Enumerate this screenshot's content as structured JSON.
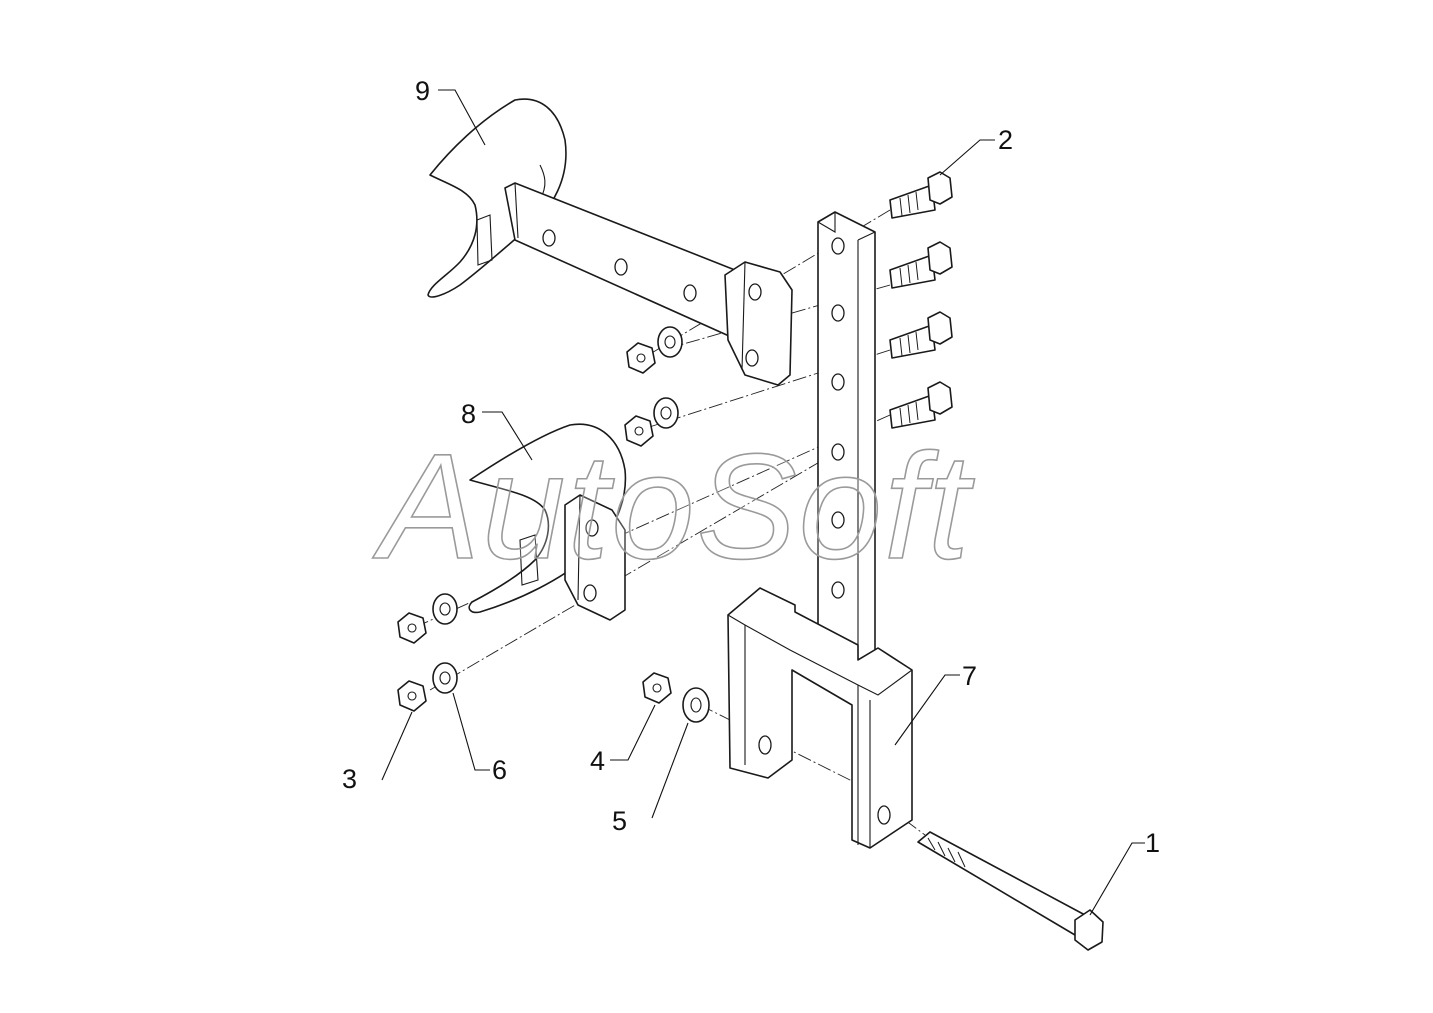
{
  "diagram": {
    "watermark": "AutoSoft",
    "callouts": [
      {
        "id": "1",
        "label": "1"
      },
      {
        "id": "2",
        "label": "2"
      },
      {
        "id": "3",
        "label": "3"
      },
      {
        "id": "4",
        "label": "4"
      },
      {
        "id": "5",
        "label": "5"
      },
      {
        "id": "6",
        "label": "6"
      },
      {
        "id": "7",
        "label": "7"
      },
      {
        "id": "8",
        "label": "8"
      },
      {
        "id": "9",
        "label": "9"
      }
    ]
  }
}
